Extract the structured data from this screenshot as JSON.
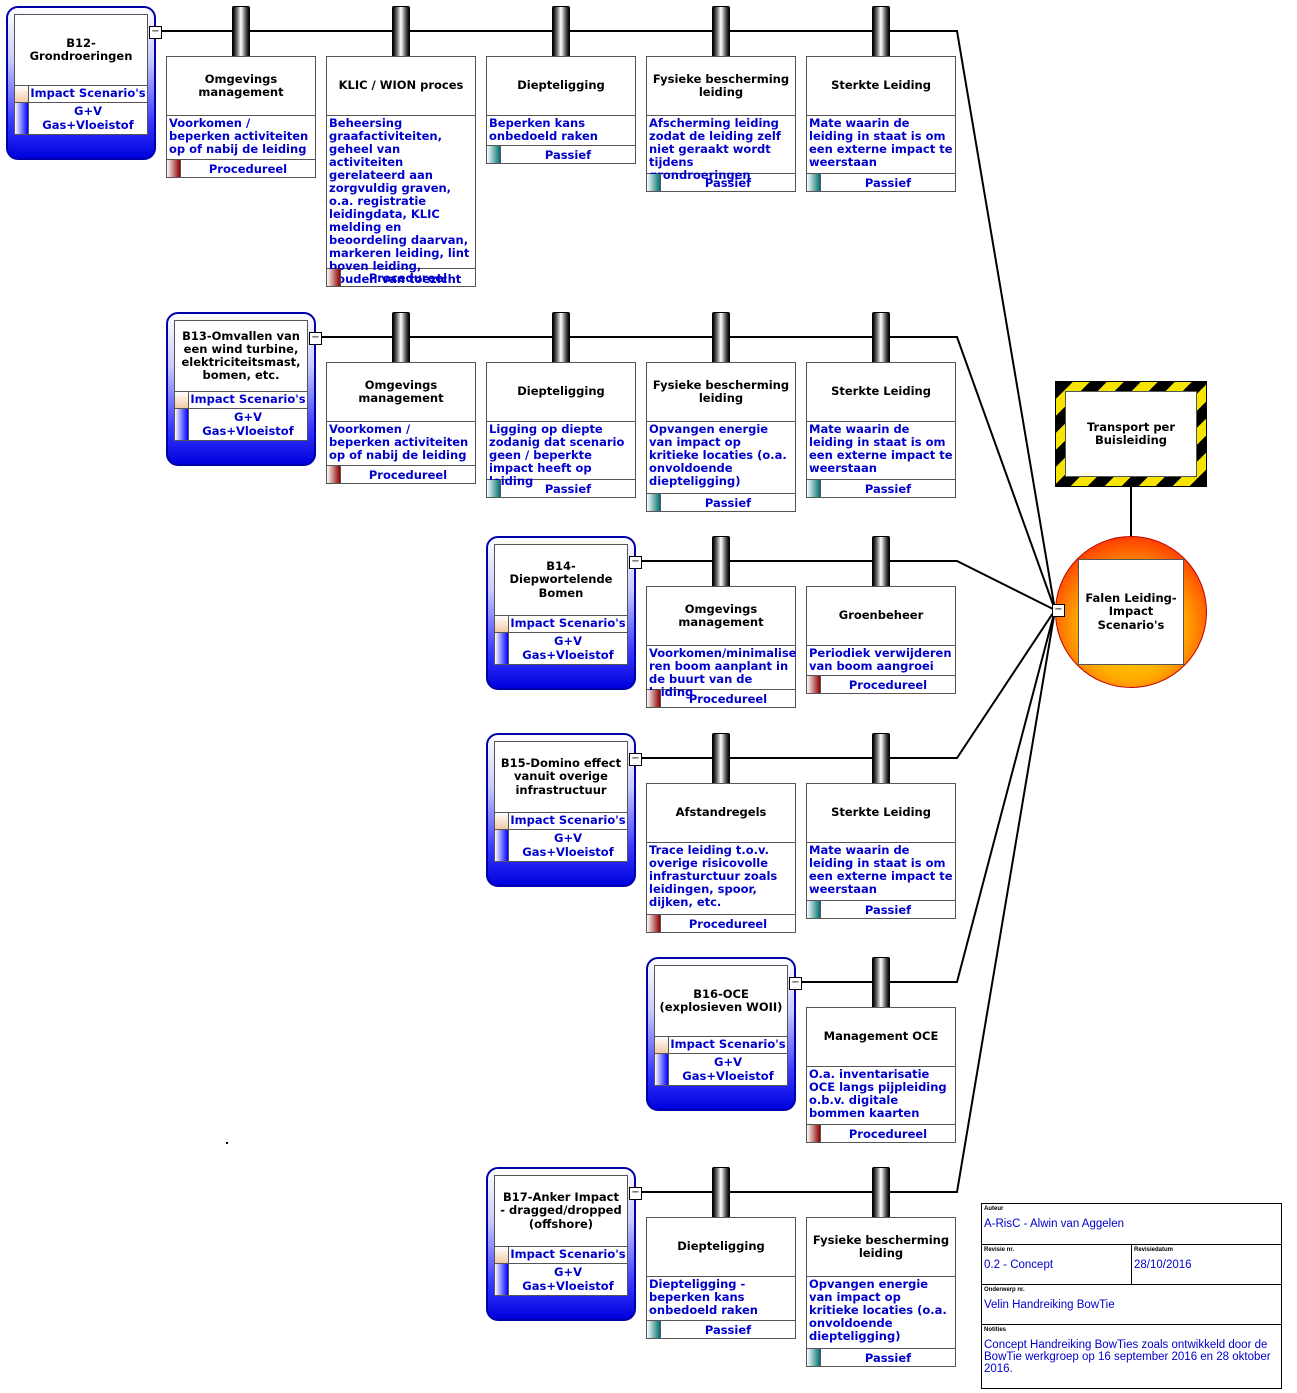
{
  "threats": [
    {
      "id": "b12",
      "title": "B12-\nGrondroeringen",
      "scenario": "Impact Scenario's",
      "category": "G+V\nGas+Vloeistof"
    },
    {
      "id": "b13",
      "title": "B13-Omvallen van een wind turbine, elektriciteitsmast, bomen, etc.",
      "scenario": "Impact Scenario's",
      "category": "G+V\nGas+Vloeistof"
    },
    {
      "id": "b14",
      "title": "B14-\nDiepwortelende Bomen",
      "scenario": "Impact Scenario's",
      "category": "G+V\nGas+Vloeistof"
    },
    {
      "id": "b15",
      "title": "B15-Domino effect vanuit overige infrastructuur",
      "scenario": "Impact Scenario's",
      "category": "G+V\nGas+Vloeistof"
    },
    {
      "id": "b16",
      "title": "B16-OCE\n(explosieven WOII)",
      "scenario": "Impact Scenario's",
      "category": "G+V\nGas+Vloeistof"
    },
    {
      "id": "b17",
      "title": "B17-Anker Impact - dragged/dropped (offshore)",
      "scenario": "Impact Scenario's",
      "category": "G+V\nGas+Vloeistof"
    }
  ],
  "barriers": [
    {
      "title": "Omgevings management",
      "desc": "Voorkomen / beperken activiteiten op of nabij de leiding",
      "type": "Procedureel"
    },
    {
      "title": "KLIC / WION proces",
      "desc": "Beheersing graafactiviteiten, geheel van activiteiten gerelateerd aan zorgvuldig graven, o.a. registratie leidingdata, KLIC melding en beoordeling daarvan, markeren leiding, lint boven leiding, houden van toezicht",
      "type": "Procedureel"
    },
    {
      "title": "Diepteligging",
      "desc": "Beperken kans onbedoeld raken",
      "type": "Passief"
    },
    {
      "title": "Fysieke bescherming leiding",
      "desc": "Afscherming leiding zodat de leiding zelf niet geraakt wordt tijdens grondroeringen",
      "type": "Passief"
    },
    {
      "title": "Sterkte Leiding",
      "desc": "Mate waarin de leiding in staat is om een externe impact te weerstaan",
      "type": "Passief"
    },
    {
      "title": "Omgevings management",
      "desc": "Voorkomen / beperken activiteiten op of nabij de leiding",
      "type": "Procedureel"
    },
    {
      "title": "Diepteligging",
      "desc": "Ligging op diepte zodanig dat scenario geen / beperkte impact heeft op leiding",
      "type": "Passief"
    },
    {
      "title": "Fysieke bescherming leiding",
      "desc": "Opvangen energie van impact op kritieke locaties (o.a. onvoldoende diepteligging)",
      "type": "Passief"
    },
    {
      "title": "Sterkte Leiding",
      "desc": "Mate waarin de leiding in staat is om een externe impact te weerstaan",
      "type": "Passief"
    },
    {
      "title": "Omgevings management",
      "desc": "Voorkomen/minimalise ren boom aanplant in de buurt van de leiding",
      "type": "Procedureel"
    },
    {
      "title": "Groenbeheer",
      "desc": "Periodiek verwijderen van boom aangroei",
      "type": "Procedureel"
    },
    {
      "title": "Afstandregels",
      "desc": "Trace leiding t.o.v. overige risicovolle infrasturctuur zoals leidingen, spoor, dijken, etc.",
      "type": "Procedureel"
    },
    {
      "title": "Sterkte Leiding",
      "desc": "Mate waarin de leiding in staat is om een externe impact te weerstaan",
      "type": "Passief"
    },
    {
      "title": "Management OCE",
      "desc": "O.a. inventarisatie OCE langs pijpleiding o.b.v. digitale bommen kaarten",
      "type": "Procedureel"
    },
    {
      "title": "Diepteligging",
      "desc": "Diepteligging - beperken kans onbedoeld raken",
      "type": "Passief"
    },
    {
      "title": "Fysieke bescherming leiding",
      "desc": "Opvangen energie van impact op kritieke locaties (o.a. onvoldoende diepteligging)",
      "type": "Passief"
    }
  ],
  "hazard": {
    "title": "Transport per Buisleiding"
  },
  "top_event": {
    "title": "Falen Leiding- Impact Scenario's"
  },
  "collapse_glyph": "−",
  "info": {
    "author_label": "Auteur",
    "author": "A-RisC - Alwin van Aggelen",
    "revision_label": "Revisie nr.",
    "revision": "0.2 - Concept",
    "date_label": "Revisiedatum",
    "date": "28/10/2016",
    "project_label": "Onderwerp nr.",
    "project": "Velin Handreiking BowTie",
    "notes_label": "Notities",
    "notes": "Concept Handreiking BowTies zoals ontwikkeld door de BowTie werkgroep op 16 september 2016 en 28 oktober 2016."
  },
  "colors": {
    "threat_blue": "#0000dd",
    "barrier_text": "#0000cc",
    "procedural": "#8b0000",
    "passive": "#007070",
    "hazard_yellow": "#f5e400",
    "event_red": "#ff0000"
  }
}
